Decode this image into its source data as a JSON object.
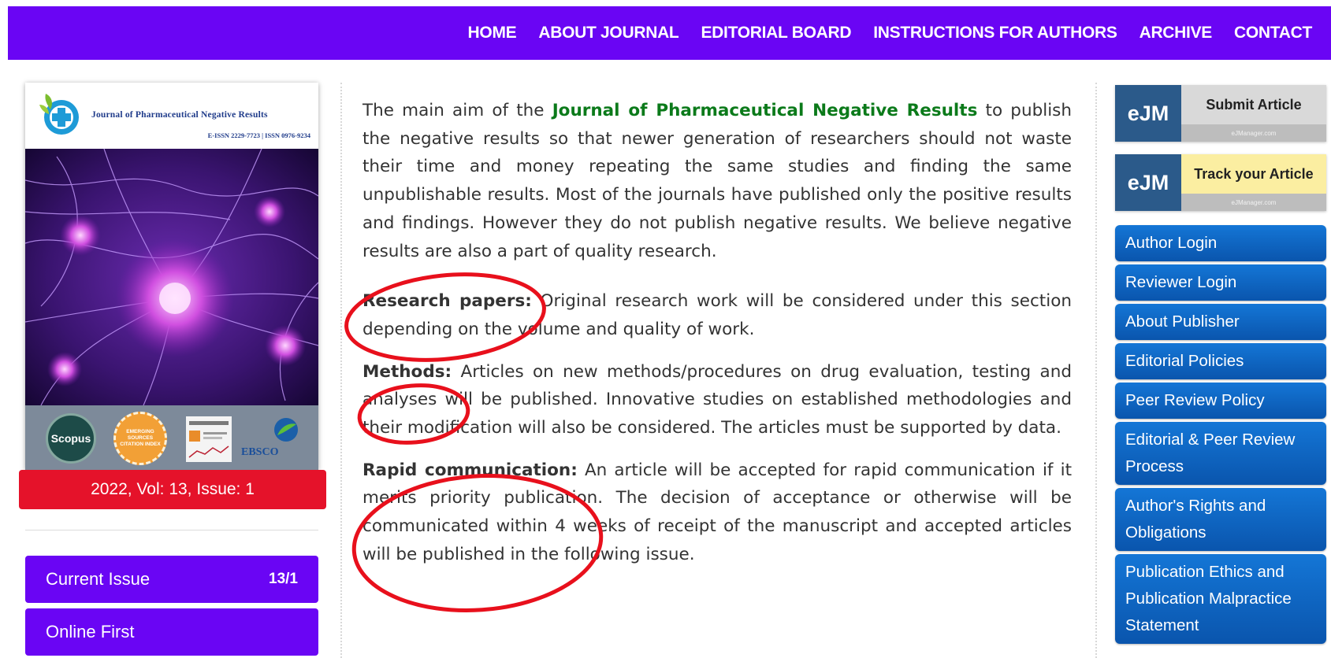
{
  "nav": {
    "items": [
      "HOME",
      "ABOUT JOURNAL",
      "EDITORIAL BOARD",
      "INSTRUCTIONS FOR AUTHORS",
      "ARCHIVE",
      "CONTACT"
    ]
  },
  "cover": {
    "title": "Journal of Pharmaceutical Negative Results",
    "issn": "E-ISSN 2229-7723 | ISSN 0976-9234",
    "badges": {
      "scopus": "Scopus",
      "esci": "EMERGING SOURCES CITATION INDEX",
      "ebsco": "EBSCO"
    }
  },
  "issue": {
    "label": "2022, Vol: 13, Issue: 1"
  },
  "left_menu": {
    "current_issue": "Current Issue",
    "current_issue_count": "13/1",
    "online_first": "Online First"
  },
  "content": {
    "intro_pre": "The main aim of the ",
    "journal_name": "Journal of Pharmaceutical Negative Results",
    "intro_post": " to publish the negative results so that newer generation of researchers should not waste their time and money repeating the same studies and finding the same unpublishable results. Most of the journals have published only the positive results and findings. However they do not publish negative results. We believe negative results are also a part of quality research.",
    "sections": [
      {
        "head": "Research papers:",
        "text": " Original research work will be considered under this section depending on the volume and quality of work."
      },
      {
        "head": "Methods:",
        "text": " Articles on new methods/procedures on drug evaluation, testing and analyses will be published. Innovative studies on established methodologies and their modification will also be considered. The articles must be supported by data."
      },
      {
        "head": "Rapid communication:",
        "text": " An article will be accepted for rapid communication if it merits priority publication. The decision of acceptance or otherwise will be communicated within 4 weeks of receipt of the manuscript and accepted articles will be published in the following issue."
      }
    ]
  },
  "right_panel": {
    "ejm_tag": "eJM",
    "ejm_sub": "eJManager.com",
    "submit": "Submit Article",
    "track": "Track your Article",
    "links": [
      "Author Login",
      "Reviewer Login",
      "About Publisher",
      "Editorial Policies",
      "Peer Review Policy",
      "Editorial & Peer Review Process",
      "Author's Rights and Obligations",
      "Publication Ethics and Publication Malpractice Statement"
    ]
  },
  "colors": {
    "nav_bg": "#6a05f4",
    "issue_red": "#e5122a",
    "journal_green": "#0b7a1a",
    "link_blue": "#0a55ad",
    "annotation_red": "#e8101c",
    "track_yellow": "#fbeea1"
  }
}
